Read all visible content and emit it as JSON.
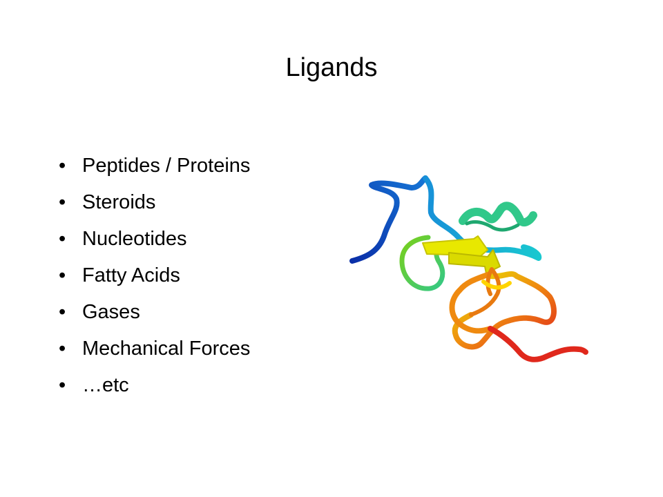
{
  "slide": {
    "title": "Ligands",
    "bullet_symbol": "•",
    "bullets": [
      "Peptides / Proteins",
      "Steroids",
      "Nucleotides",
      "Fatty Acids",
      "Gases",
      "Mechanical Forces",
      "…etc"
    ]
  },
  "figure": {
    "icon": "protein-ribbon-structure",
    "colors": {
      "start": "#0a2fa8",
      "blue": "#1676d6",
      "cyan": "#19c8d0",
      "green": "#31c88a",
      "lime": "#7ad019",
      "yellow": "#e8e800",
      "orange": "#ef8a10",
      "red": "#e0281c"
    }
  }
}
